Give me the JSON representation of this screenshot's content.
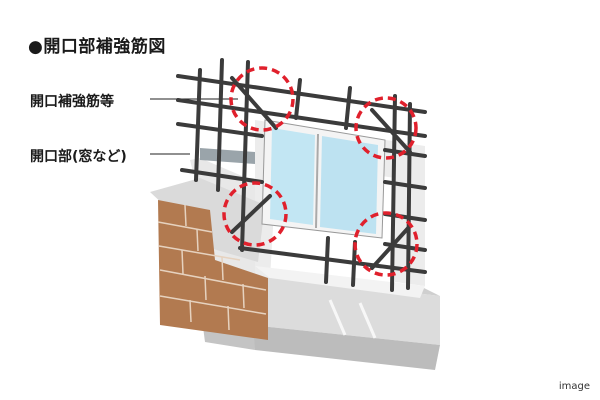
{
  "title": "●開口部補強筋図",
  "labels": {
    "reinforcement": "開口補強筋等",
    "opening": "開口部(窓など)"
  },
  "caption": "image",
  "colors": {
    "rebar": "#3a3a3a",
    "highlight_circle": "#e0202c",
    "wall_face": "#e6e6e6",
    "wall_top": "#f3f3f3",
    "brick": "#b07a52",
    "glass": "#bfe4f2",
    "window_frame": "#ffffff"
  },
  "icons": {
    "reinforcement_marker": "dashed-red-circle-icon"
  }
}
